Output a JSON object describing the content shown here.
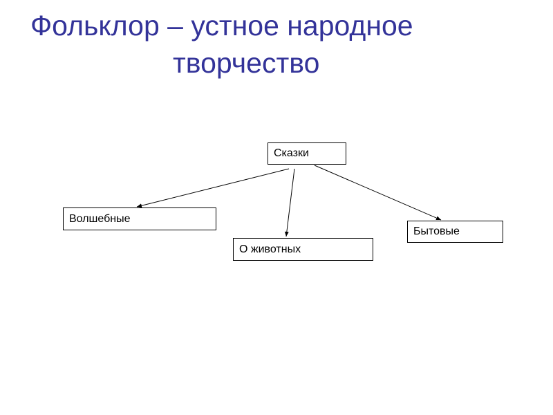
{
  "slide": {
    "title_line1": "Фольклор – устное народное",
    "title_line2": "творчество"
  },
  "diagram": {
    "root": "Сказки",
    "children": [
      {
        "id": "magic",
        "label": "Волшебные"
      },
      {
        "id": "animal",
        "label": "О животных"
      },
      {
        "id": "daily",
        "label": "Бытовые"
      }
    ]
  },
  "colors": {
    "title": "#333399",
    "lines": "#000000",
    "background": "#ffffff"
  }
}
